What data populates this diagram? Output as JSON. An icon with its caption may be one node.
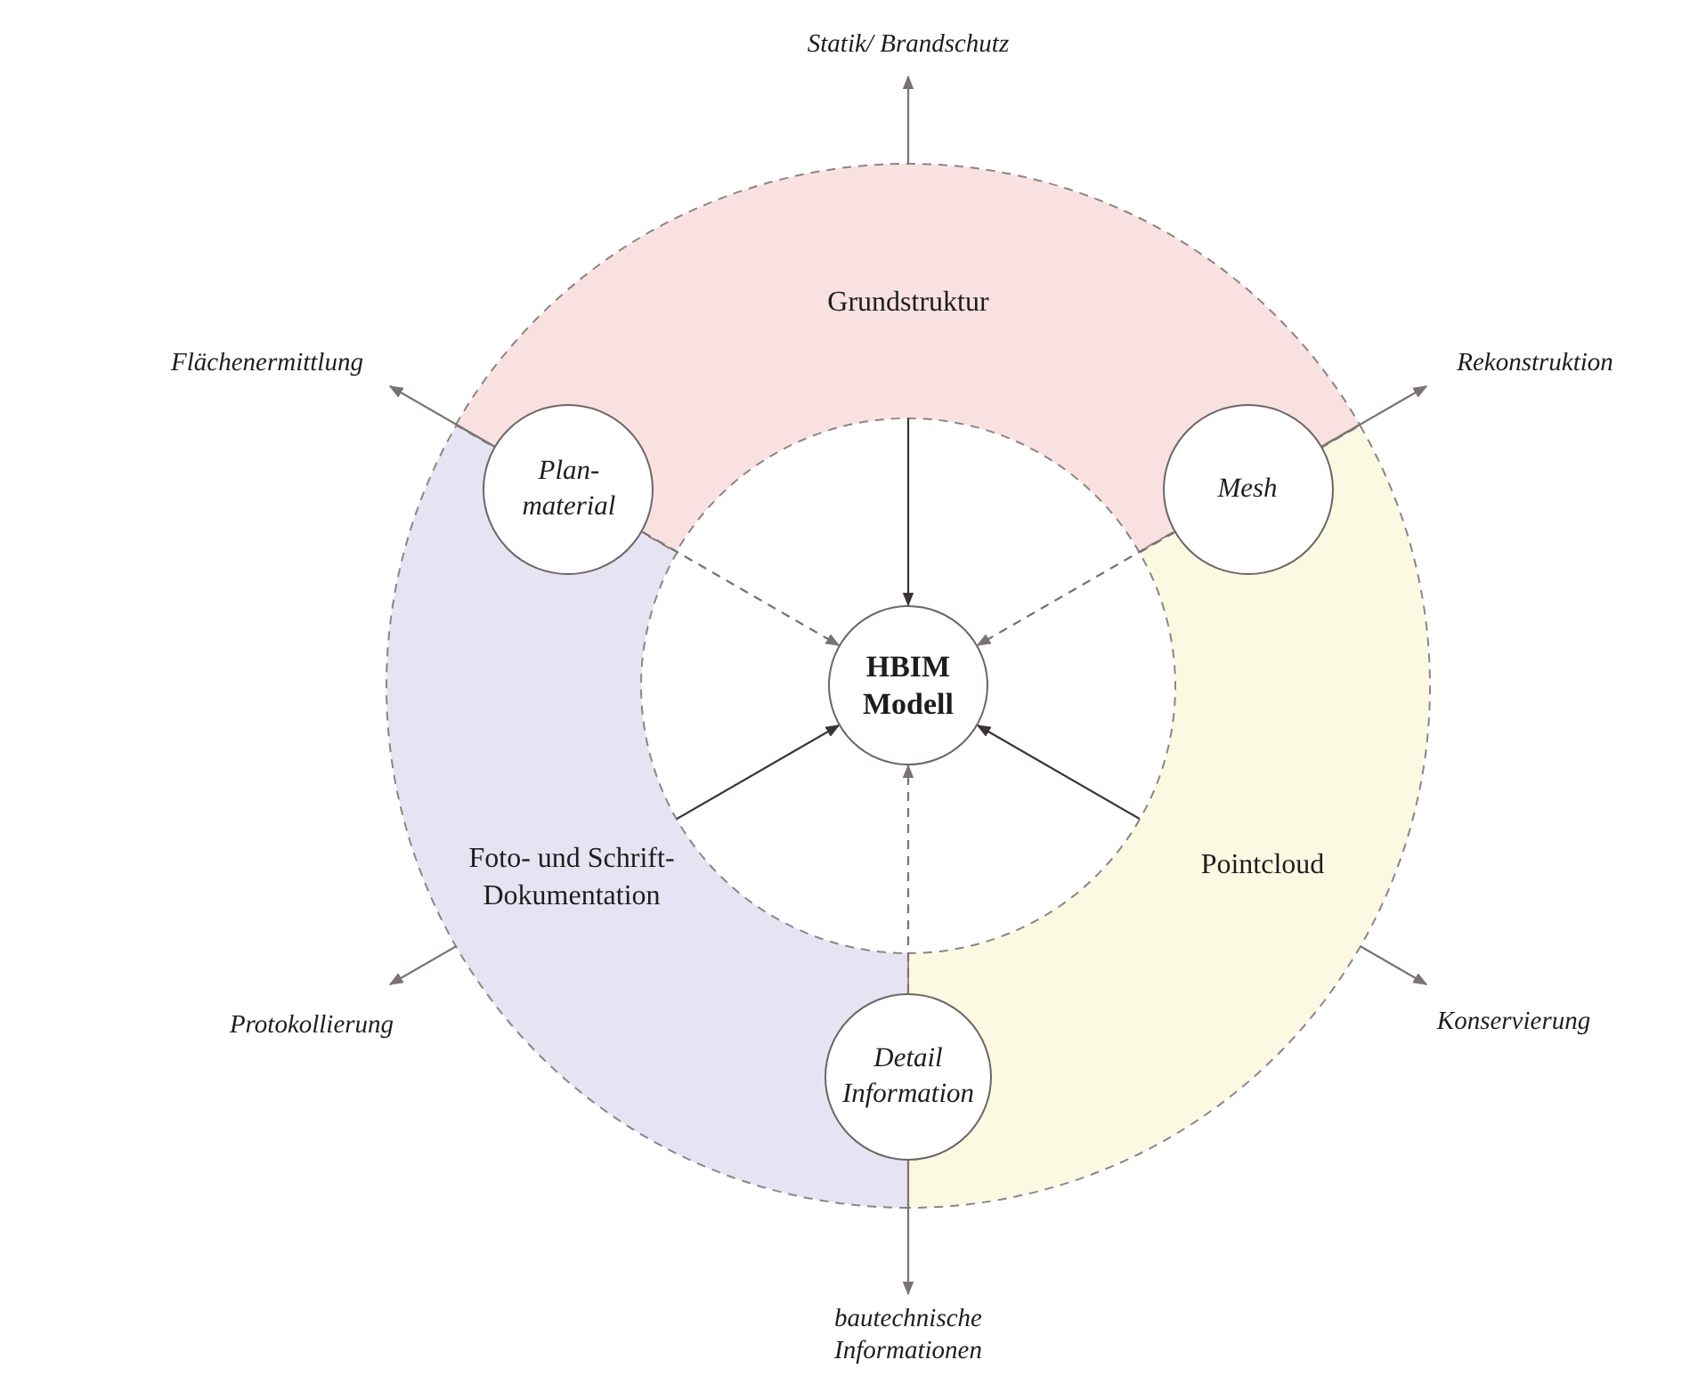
{
  "diagram": {
    "nodes": [
      {
        "text": [
          "Grundstruktur"
        ]
      },
      {
        "text": [
          "Foto- und Schrift-Dokumentation"
        ]
      },
      {
        "text": [
          "Pointcloud"
        ]
      },
      {
        "text": [
          "Plan-material"
        ]
      },
      {
        "text": [
          "Mesh"
        ]
      },
      {
        "text": [
          "Detail Information"
        ]
      },
      {
        "text": [
          "HBIM Modell"
        ]
      },
      {
        "text": [
          "Statik/ Brandschutz"
        ]
      },
      {
        "text": [
          "Flächenermittlung"
        ]
      },
      {
        "text": [
          "Rekonstruktion"
        ]
      },
      {
        "text": [
          "Protokollierung"
        ]
      },
      {
        "text": [
          "Konservierung"
        ]
      },
      {
        "text": [
          "bautechnische Informationen"
        ]
      }
    ],
    "edges": [
      {
        "from": 0,
        "to": 6,
        "arrow": "to",
        "color": "#3b3434"
      },
      {
        "from": 1,
        "to": 6,
        "arrow": "to",
        "color": "#3b3434"
      },
      {
        "from": 2,
        "to": 6,
        "arrow": "to",
        "color": "#3b3434"
      },
      {
        "from": 3,
        "to": 6,
        "arrow": "to",
        "style": "dashed"
      },
      {
        "from": 4,
        "to": 6,
        "arrow": "to",
        "style": "dashed"
      },
      {
        "from": 5,
        "to": 6,
        "arrow": "to",
        "style": "dashed"
      },
      {
        "from": 0,
        "to": 7,
        "arrow": "to"
      },
      {
        "from": 3,
        "to": 8,
        "arrow": "to"
      },
      {
        "from": 4,
        "to": 9,
        "arrow": "to"
      },
      {
        "from": 1,
        "to": 10,
        "arrow": "to"
      },
      {
        "from": 2,
        "to": 11,
        "arrow": "to"
      },
      {
        "from": 5,
        "to": 12,
        "arrow": "to"
      }
    ]
  }
}
